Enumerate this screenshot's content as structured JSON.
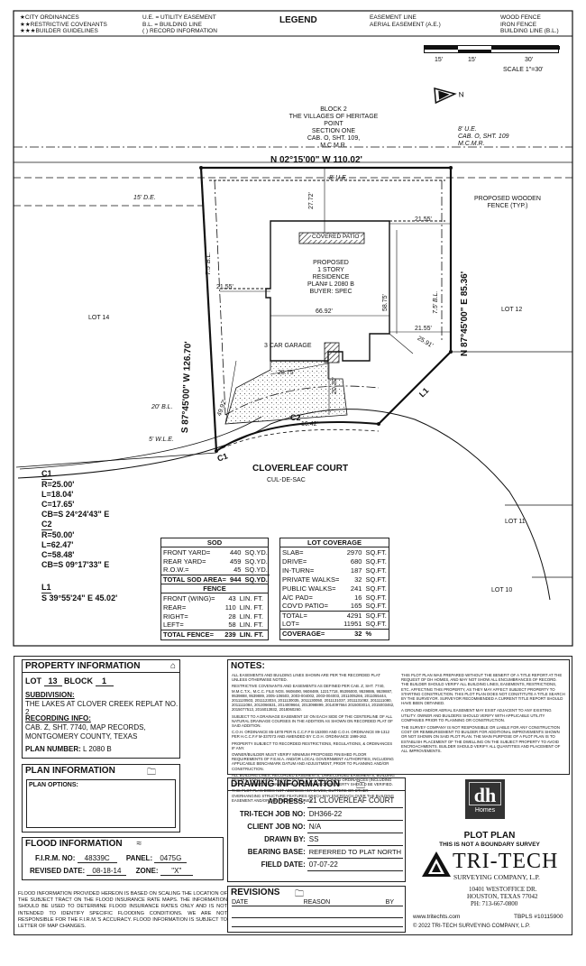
{
  "legend_notes": {
    "left": [
      "★CITY ORDINANCES",
      "★★RESTRICTIVE COVENANTS",
      "★★★BUILDER GUIDELINES"
    ],
    "mid": [
      "U.E. = UTILITY EASEMENT",
      "B.L. = BUILDING LINE",
      "( )  RECORD INFORMATION"
    ],
    "title": "LEGEND",
    "lines": [
      "EASEMENT LINE",
      "AERIAL EASEMENT (A.E.)"
    ],
    "fences": [
      "WOOD FENCE",
      "IRON FENCE",
      "BUILDING LINE (B.L.)"
    ]
  },
  "scale": {
    "ticks": [
      "15'",
      "15'",
      "30'"
    ],
    "label": "SCALE 1\"=30'"
  },
  "plat": {
    "block_label": "BLOCK 2\nTHE VILLAGES OF HERITAGE\nPOINT\nSECTION ONE\nCAB. O, SHT. 109,\nM.C.M.R.",
    "ue_top_right": "8' U.E.\nCAB. O, SHT. 109\nM.C.M.R.",
    "north_bearing": "N 02°15'00\" W  110.02'",
    "ue_8": "8' U.E.",
    "de_15": "15' D.E.",
    "dim_2772": "27.72'",
    "proposed_fence": "PROPOSED WOODEN\nFENCE (TYP.)",
    "dim_2155_tr": "21.55'",
    "covered_patio": "COVERED PATIO",
    "residence": "PROPOSED\n1 STORY\nRESIDENCE\nPLAN# L 2080 B\nBUYER: SPEC",
    "bl_75_left": "7.5' B.L.",
    "bl_75_right": "7.5' B.L.",
    "dim_2155_l": "21.55'",
    "dim_5875": "58.75'",
    "dim_6692": "66.92'",
    "dim_2155_r": "21.55'",
    "dim_2591": "25.91'",
    "east_bearing": "N 87°45'00\" E  85.36'",
    "west_bearing": "S 87°45'00\" W  126.70'",
    "lot14": "LOT 14",
    "lot12": "LOT 12",
    "lot11": "LOT 11",
    "lot10": "LOT 10",
    "garage": "3 CAR GARAGE",
    "dim_2875": "28.75'",
    "dim_2030": "20.30'",
    "dim_4992": "49.92'",
    "bl_20": "20' B.L.",
    "wle_5": "5' W.L.E.",
    "c2": "C2",
    "c1": "C1",
    "l1": "L1",
    "dim_1642": "16.42'",
    "street": "CLOVERLEAF COURT",
    "cul": "CUL-DE-SAC"
  },
  "curves": {
    "c1": [
      "C1",
      "R=25.00'",
      "L=18.04'",
      "C=17.65'",
      "CB=S 24°24'43\" E"
    ],
    "c2": [
      "C2",
      "R=50.00'",
      "L=62.47'",
      "C=58.48'",
      "CB=S 09°17'33\" E"
    ],
    "l1": [
      "L1",
      "S 39°55'24\" E  45.02'"
    ]
  },
  "sod": {
    "title": "SOD",
    "rows": [
      [
        "FRONT YARD=",
        "440",
        "SQ.YD."
      ],
      [
        "REAR YARD=",
        "459",
        "SQ.YD."
      ],
      [
        "R.O.W.=",
        "45",
        "SQ.YD."
      ]
    ],
    "total": [
      "TOTAL SOD AREA=",
      "944",
      "SQ.YD."
    ],
    "fence_title": "FENCE",
    "fence_rows": [
      [
        "FRONT (WING)=",
        "43",
        "LIN. FT."
      ],
      [
        "REAR=",
        "110",
        "LIN. FT."
      ],
      [
        "RIGHT=",
        "28",
        "LIN. FT."
      ],
      [
        "LEFT=",
        "58",
        "LIN. FT."
      ]
    ],
    "fence_total": [
      "TOTAL FENCE=",
      "239",
      "LIN. FT."
    ]
  },
  "lot_coverage": {
    "title": "LOT COVERAGE",
    "rows": [
      [
        "SLAB=",
        "2970",
        "SQ.FT."
      ],
      [
        "DRIVE=",
        "680",
        "SQ.FT."
      ],
      [
        "IN-TURN=",
        "187",
        "SQ.FT."
      ],
      [
        "PRIVATE WALKS=",
        "32",
        "SQ.FT."
      ],
      [
        "PUBLIC WALKS=",
        "241",
        "SQ.FT."
      ],
      [
        "A/C PAD=",
        "16",
        "SQ.FT."
      ],
      [
        "COV'D PATIO=",
        "165",
        "SQ.FT."
      ]
    ],
    "total": [
      "TOTAL=",
      "4291",
      "SQ.FT."
    ],
    "lot": [
      "LOT=",
      "11951",
      "SQ.FT."
    ],
    "coverage": [
      "COVERAGE=",
      "32",
      "%"
    ]
  },
  "property": {
    "title": "PROPERTY INFORMATION",
    "lot_label": "LOT",
    "lot": "13",
    "block_label": "BLOCK",
    "block": "1",
    "subdivision_label": "SUBDIVISION:",
    "subdivision": "THE LAKES AT CLOVER CREEK REPLAT NO. 2",
    "recording_label": "RECORDING INFO:",
    "recording": "CAB. Z, SHT. 7740, MAP RECORDS,\nMONTGOMERY COUNTY, TEXAS",
    "plan_label": "PLAN NUMBER:",
    "plan": "L 2080 B"
  },
  "plan_info": {
    "title": "PLAN INFORMATION",
    "options": "PLAN OPTIONS:"
  },
  "flood": {
    "title": "FLOOD INFORMATION",
    "firm_label": "F.I.R.M. NO:",
    "firm": "48339C",
    "panel_label": "PANEL:",
    "panel": "0475G",
    "revised_label": "REVISED DATE:",
    "revised": "08-18-14",
    "zone_label": "ZONE:",
    "zone": "\"X\"",
    "note": "FLOOD INFORMATION PROVIDED HEREON IS BASED ON SCALING THE LOCATION OF THE SUBJECT TRACT ON THE FLOOD INSURANCE RATE MAPS. THE INFORMATION SHOULD BE USED TO DETERMINE FLOOD INSURANCE RATES ONLY AND IS NOT INTENDED TO IDENTIFY SPECIFIC FLOODING CONDITIONS. WE ARE NOT RESPONSIBLE FOR THE F.I.R.M.'S ACCURACY. FLOOD INFORMATION IS SUBJECT TO LETTER OF MAP CHANGES."
  },
  "notes": {
    "title": "NOTES:",
    "left": [
      "ALL EASEMENTS AND BUILDING LINES SHOWN ARE PER THE RECORDED PLAT UNLESS OTHERWISE NOTED.",
      "RESTRICTIVE COVENANTS AND EASEMENTS AS DEFINED PER CAB. Z, SHT. 7740, M.M.C.T.X., M.C.C. FILE NOS. 9608490, 9608489, 12217718, 95395000, 9539886, 9539887, 9539888, 9539889, 2005-106503, 2003-004002, 2003-004003, 2011005266, 2011055444, 2011120503, 2011123034, 2011130035, 2011130050, 2011131037, 2011131082, 2011111080, 2011111084, 2013066531, 2014009664, 2013098899, 2014097664 2015003014, 2015003462, 2015077513, 2016013932, 2018060260.",
      "SUBJECT TO A DRAINAGE EASEMENT 15' ON EACH SIDE OF THE CENTERLINE OF ALL NATURAL DRAINAGE COURSES IN THE ADDITION AS SHOWN ON RECORDED PLAT OF SAID ADDITION.",
      "C.O.H. ORDINANCE 85-1878 PER N.C.C.F.# B-153000 AND C.O.H. ORDINANCE 89-1312 PER H.C.C.F.# M-337073 AND AMENDED BY C.O.H. ORDINANCE 1999-262.",
      "PROPERTY SUBJECT TO RECORDED RESTRICTIONS, REGULATIONS, & ORDINANCES IF ANY.",
      "OWNER/BUILDER MUST VERIFY MINIMUM PROPOSED FINISHED FLOOR REQUIREMENTS OF F.E.M.A. AND/OR LOCAL GOVERNMENT AUTHORITIES, INCLUDING APPLICABLE BENCHMARK DATUM AND ADJUSTMENT, PRIOR TO PLANNING AND/OR CONSTRUCTION.",
      "ALL BUILDING LINES, RECORDED EASEMENTS, UNRECORDED EASEMENTS, BUILDING RESTRICTIONS (DEED RESTRICTIONS, ETC.) AND ZONING ORDINANCES (INCLUDING CITY OF HOUSTON IF ANY) THAT AFFECT SUBJECT PROPERTY SHOULD BE VERIFIED.",
      "THIS PLOT PLAN DOES NOT ADDRESS ANY EAVES, GUTTERS OR OTHER OVERHANGING STRUCTURE FEATURES WHICH MAY ENCROACH OVER THE BUILDING EASEMENT AND/OR THE PROPERTY LINES."
    ],
    "right": [
      "THIS PLOT PLAN WAS PREPARED WITHOUT THE BENEFIT OF A TITLE REPORT AT THE REQUEST OF DH HOMES, AND MAY NOT SHOW ALL ENCUMBRANCES OF RECORD. THE BUILDER SHOULD VERIFY ALL BUILDING LINES, EASEMENTS, RESTRICTIONS, ETC. AFFECTING THIS PROPERTY, AS THEY MAY AFFECT SUBJECT PROPERTY TO STARTING CONSTRUCTION. THIS PLOT PLAN DOES NOT CONSTITUTE A TITLE SEARCH BY THE SURVEYOR. SURVEYOR RECOMMENDED A CURRENT TITLE REPORT SHOULD HAVE BEEN OBTAINED.",
      "A GROUND AND/OR AERIAL EASEMENT MAY EXIST ADJACENT TO ANY EXISTING UTILITY. OWNER AND BUILDERS SHOULD VERIFY WITH APPLICABLE UTILITY COMPANIES PRIOR TO PLANNING OR CONSTRUCTION.",
      "THE SURVEY COMPANY IS NOT RESPONSIBLE OR LIABLE FOR ANY CONSTRUCTION COST OR REIMBURSEMENT TO BUILDER FOR ADDITIONAL IMPROVEMENTS SHOWN OR NOT SHOWN ON SAID PLOT PLAN. THE MAIN PURPOSE OF A PLOT PLAN IS TO ESTABLISH PLACEMENT OF THE DWELLING ON THE SUBJECT PROPERTY TO AVOID ENCROACHMENTS. BUILDER SHOULD VERIFY ALL QUANTITIES AND PLACEMENT OF ALL IMPROVEMENTS."
    ]
  },
  "drawing": {
    "title": "DRAWING INFORMATION",
    "rows": [
      [
        "ADDRESS:",
        "21 CLOVERLEAF COURT"
      ],
      [
        "TRI-TECH JOB NO:",
        "DH366-22"
      ],
      [
        "CLIENT JOB NO:",
        "N/A"
      ],
      [
        "DRAWN BY:",
        "SS"
      ],
      [
        "BEARING BASE:",
        "REFERRED TO PLAT NORTH"
      ],
      [
        "FIELD DATE:",
        "07-07-22"
      ]
    ]
  },
  "revisions": {
    "title": "REVISIONS",
    "cols": [
      "DATE",
      "REASON",
      "BY"
    ]
  },
  "brand": {
    "logo": "dh",
    "logo_sub": "Homes",
    "plot_plan": "PLOT PLAN",
    "not_survey": "THIS IS NOT A BOUNDARY SURVEY",
    "company": "TRI-TECH",
    "company_sub": "SURVEYING COMPANY, L.P.",
    "address1": "10401 WESTOFFICE DR.",
    "address2": "HOUSTON, TEXAS 77042",
    "phone": "PH: 713-667-0800",
    "web": "www.tritechts.com",
    "tbpls": "TBPLS #10115900",
    "copyright": "© 2022 TRI-TECH SURVEYING COMPANY, L.P."
  },
  "colors": {
    "ink": "#111111",
    "paper": "#ffffff",
    "hatch": "#555555"
  }
}
